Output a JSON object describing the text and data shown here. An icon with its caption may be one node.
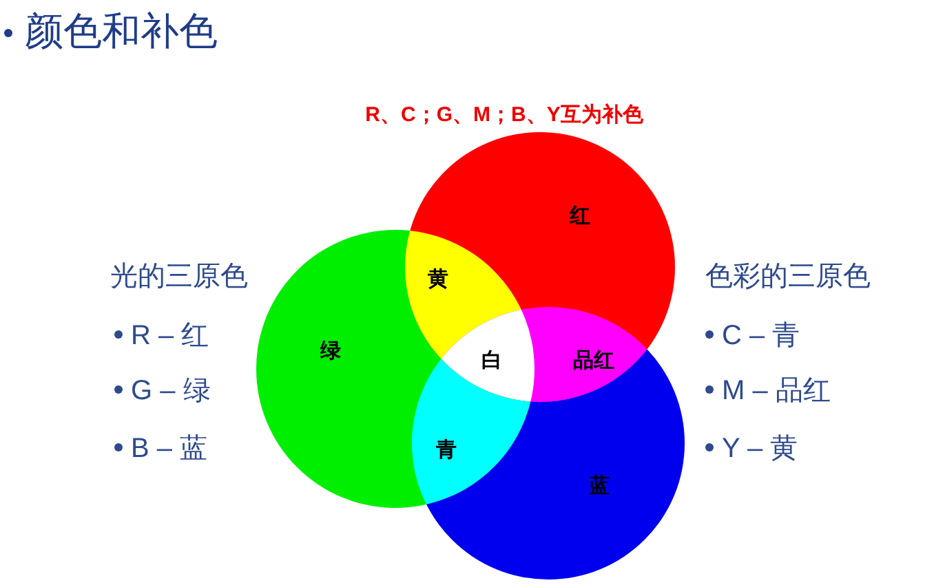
{
  "diagram": {
    "title": "颜色和补色",
    "nodes": [
      {
        "text": [
          "红"
        ]
      },
      {
        "text": [
          "绿"
        ]
      },
      {
        "text": [
          "蓝"
        ]
      }
    ],
    "labels": [
      "R、C；G、M；B、Y互为补色",
      "光的三原色",
      "R – 红",
      "G – 绿",
      "B – 蓝",
      "色彩的三原色",
      "C – 青",
      "M – 品红",
      "Y – 黄",
      "黄",
      "白",
      "品红",
      "青"
    ]
  }
}
